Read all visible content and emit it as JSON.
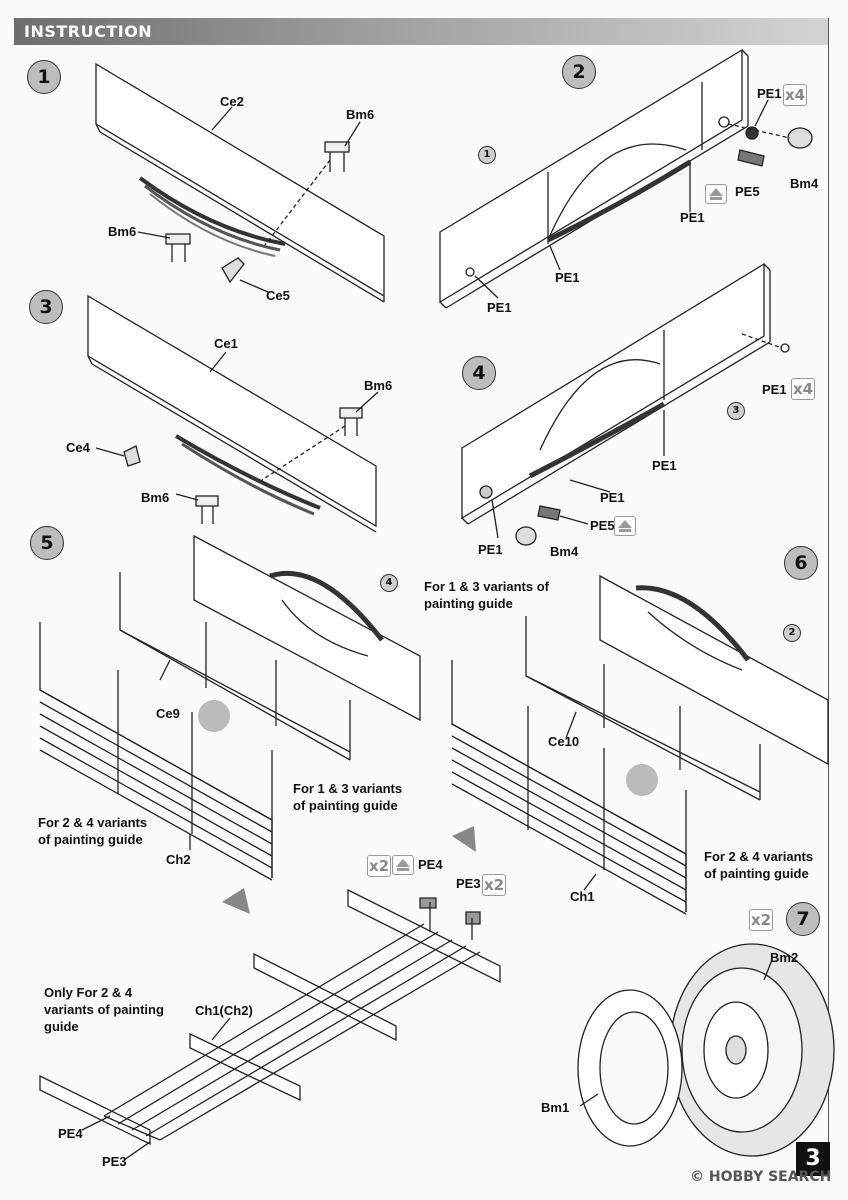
{
  "header": {
    "title": "INSTRUCTION"
  },
  "steps": {
    "s1": "1",
    "s2": "2",
    "s3": "3",
    "s4": "4",
    "s5": "5",
    "s6": "6",
    "s7": "7"
  },
  "refs": {
    "r1": "1",
    "r3": "3",
    "r4": "4",
    "r2": "2"
  },
  "labels": {
    "ce2": "Ce2",
    "bm6_a": "Bm6",
    "bm6_b": "Bm6",
    "ce5": "Ce5",
    "pe1_a": "PE1",
    "pe1_b": "PE1",
    "pe5_a": "PE5",
    "bm4_a": "Bm4",
    "pe1_c": "PE1",
    "pe1_d": "PE1",
    "ce1": "Ce1",
    "bm6_c": "Bm6",
    "ce4": "Ce4",
    "bm6_d": "Bm6",
    "pe1_e": "PE1",
    "pe1_f": "PE1",
    "pe1_g": "PE1",
    "pe5_b": "PE5",
    "pe1_h": "PE1",
    "bm4_b": "Bm4",
    "ce9": "Ce9",
    "ch2": "Ch2",
    "ce10": "Ce10",
    "ch1": "Ch1",
    "pe4_a": "PE4",
    "pe3_a": "PE3",
    "ch1ch2": "Ch1(Ch2)",
    "pe4_b": "PE4",
    "pe3_b": "PE3",
    "bm2": "Bm2",
    "bm1": "Bm1"
  },
  "notes": {
    "n13_a": "For 1 & 3 variants of painting guide",
    "n24_a": "For 2 & 4 variants of painting guide",
    "n13_b": "For 1 & 3 variants of painting guide",
    "n24_b": "For 2 & 4 variants of painting guide",
    "nonly": "Only For 2 & 4 variants of painting guide"
  },
  "multipliers": {
    "m1": "x4",
    "m2": "x4",
    "m3": "x2",
    "m4": "x2",
    "m5": "x2"
  },
  "page_number": "3",
  "watermark": "© HOBBY SEARCH"
}
